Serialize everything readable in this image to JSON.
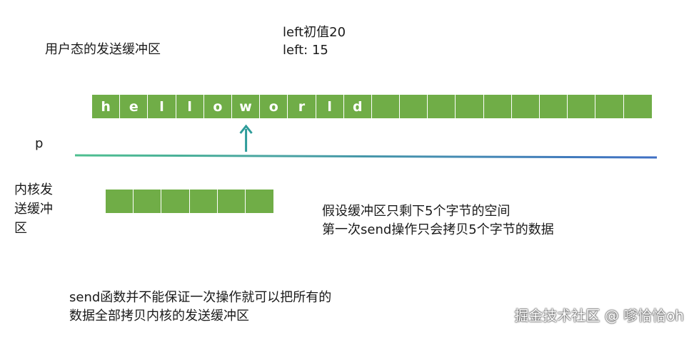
{
  "labels": {
    "user_buffer": "用户态的发送缓冲区",
    "left_initial": "left初值20",
    "left_current": "left: 15",
    "pointer": "p",
    "kernel_buffer": "内核发送缓冲区",
    "assume_line1": "假设缓冲区只剩下5个字节的空间",
    "assume_line2": "第一次send操作只会拷贝5个字节的数据",
    "bottom_line1": "send函数并不能保证一次操作就可以把所有的",
    "bottom_line2": "数据全部拷贝内核的发送缓冲区",
    "watermark": "掘金技术社区 @ 嗲恰恰oh"
  },
  "user_buffer_cells": [
    "h",
    "e",
    "l",
    "l",
    "o",
    "w",
    "o",
    "r",
    "l",
    "d",
    "",
    "",
    "",
    "",
    "",
    "",
    "",
    "",
    "",
    ""
  ],
  "kernel_buffer_cells": [
    "",
    "",
    "",
    "",
    "",
    ""
  ],
  "pointer_index": 5,
  "colors": {
    "cell_fill": "#70ad47",
    "arrow": "#2e9c9a",
    "line_start": "#4dbf8f",
    "line_end": "#3f6fc4"
  }
}
